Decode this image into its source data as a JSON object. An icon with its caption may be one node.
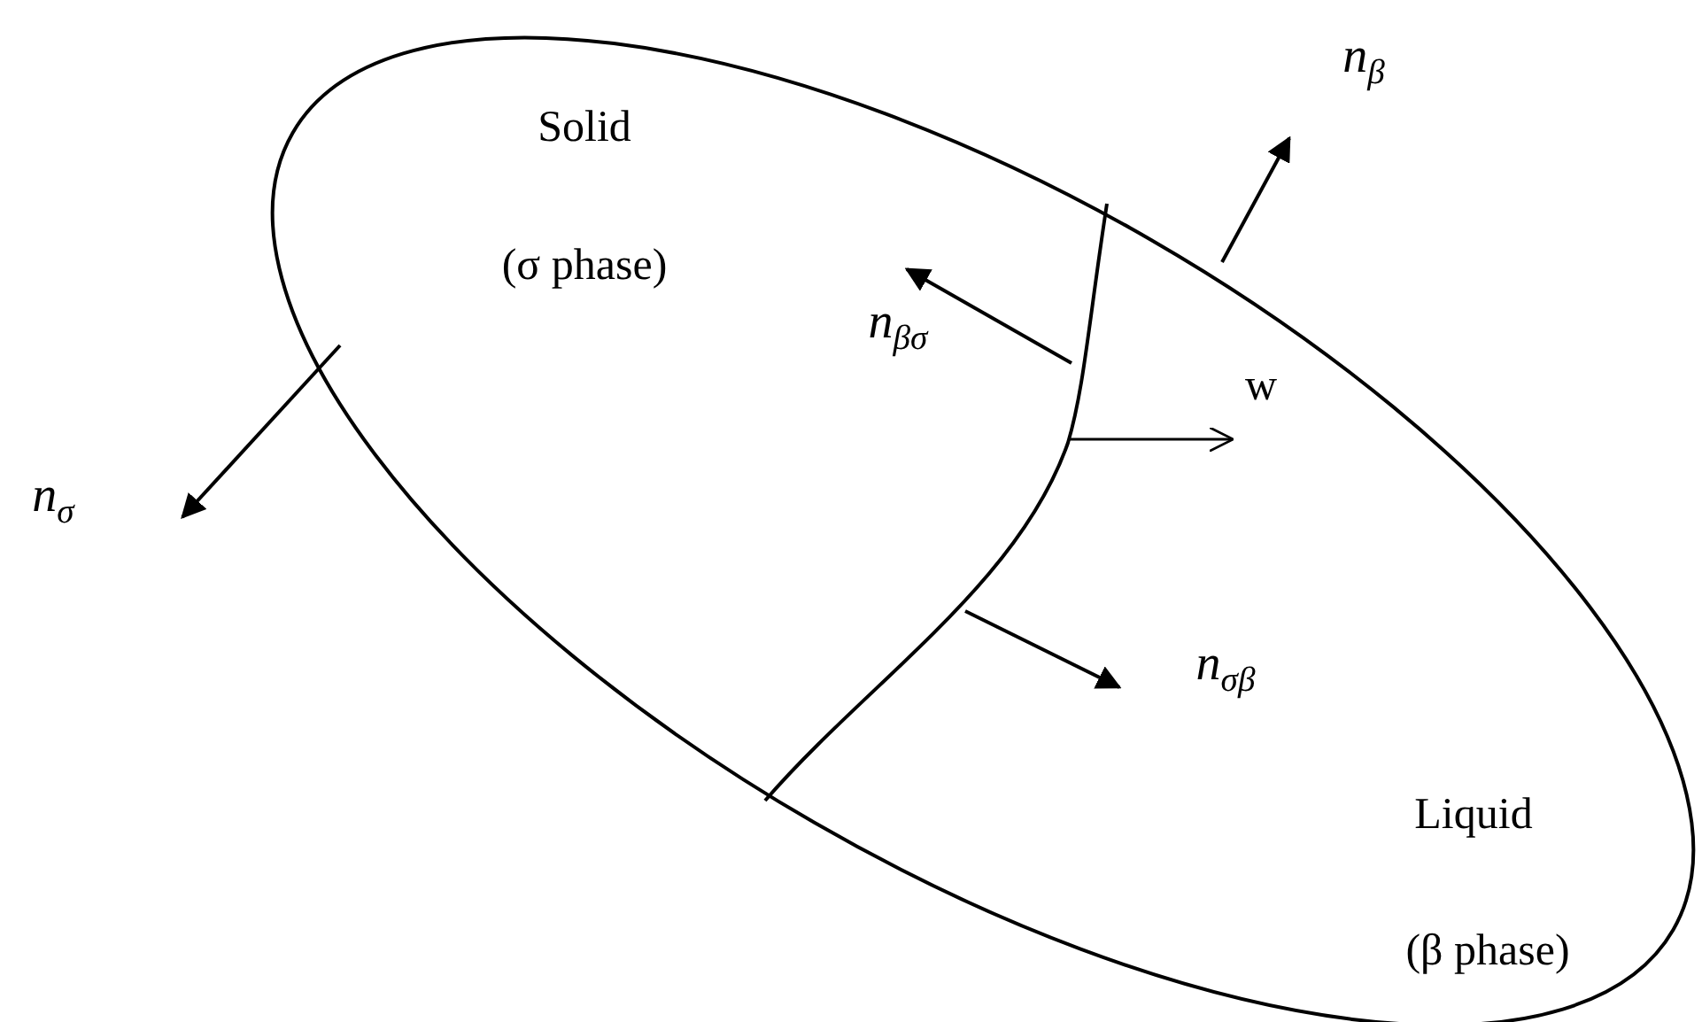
{
  "diagram": {
    "labels": [
      "n$_{β}$",
      "Solid",
      "(σ phase)",
      "n$_{βσ}$",
      "w",
      "n$_{σ}$",
      "n$_{σβ}$",
      "Liquid",
      "(β phase)"
    ]
  }
}
